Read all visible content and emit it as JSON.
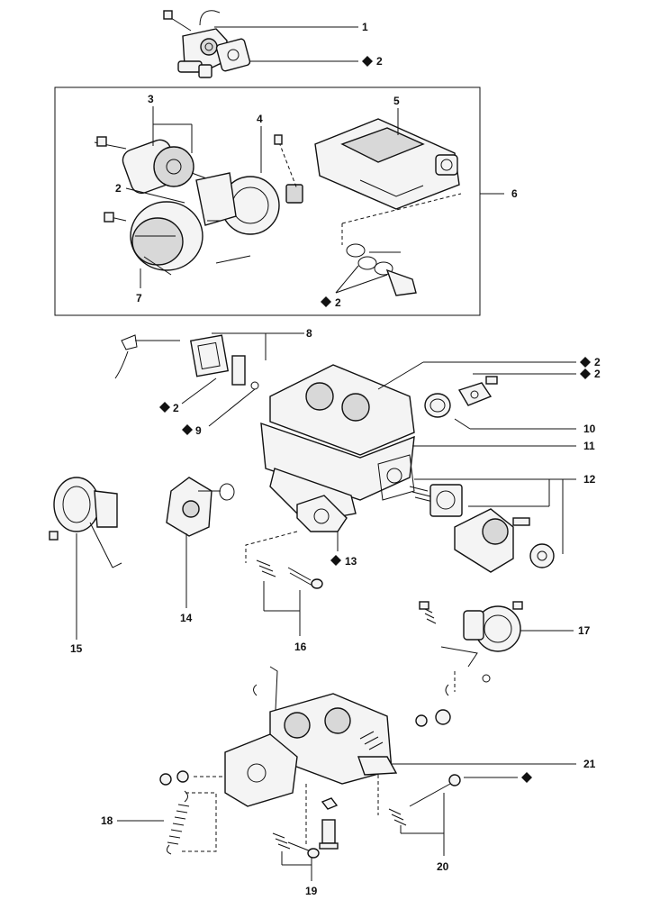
{
  "labels": {
    "l1": "1",
    "l2a": "2",
    "l2b": "2",
    "l2c": "2",
    "l2d": "2",
    "l2e": "2",
    "l2f": "2",
    "l3": "3",
    "l4": "4",
    "l5": "5",
    "l6": "6",
    "l7": "7",
    "l8": "8",
    "l9": "9",
    "l10": "10",
    "l11": "11",
    "l12": "12",
    "l13": "13",
    "l14": "14",
    "l15": "15",
    "l16": "16",
    "l17": "17",
    "l18": "18",
    "l19": "19",
    "l20": "20",
    "l21": "21"
  },
  "colors": {
    "ink": "#111111",
    "paper": "#ffffff"
  },
  "icons": {
    "marker": "diamond"
  }
}
